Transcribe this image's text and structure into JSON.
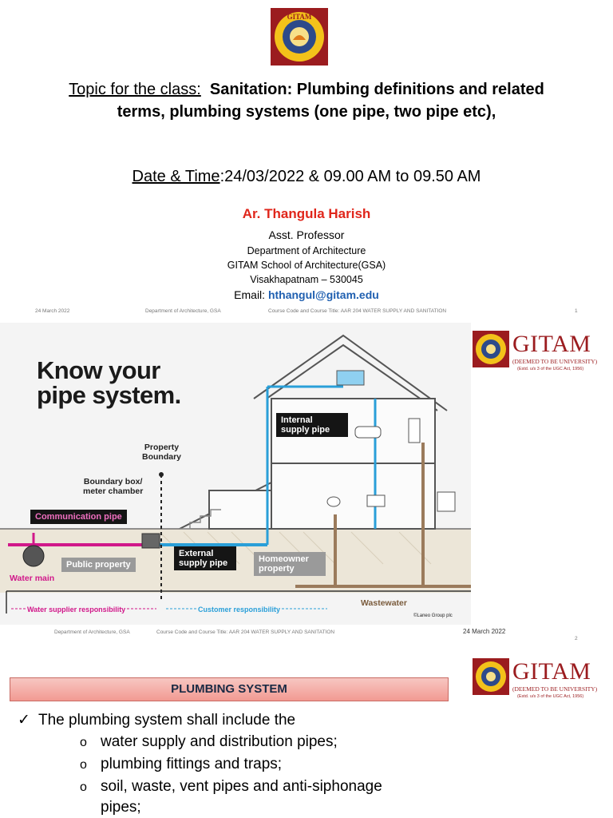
{
  "slide1": {
    "logo_text": "GITAM",
    "topic_prefix": "Topic for the class:",
    "topic_bold_line1": "Sanitation:  Plumbing definitions and related",
    "topic_bold_line2": "terms, plumbing systems (one pipe, two pipe etc),",
    "datetime_prefix": "Date & Time",
    "datetime_value": ":24/03/2022 & 09.00 AM to 09.50 AM",
    "author": "Ar.  Thangula Harish",
    "role": "Asst. Professor",
    "department": "Department of Architecture",
    "school": "GITAM School of Architecture(GSA)",
    "city": "Visakhapatnam – 530045",
    "email_label": "Email:",
    "email": "hthangul@gitam.edu",
    "footer_date": "24 March 2022",
    "footer_dept": "Department of Architecture, GSA",
    "footer_course": "Course Code and Course Title: AAR 204 WATER SUPPLY AND SANITATION",
    "page_number": "1"
  },
  "slide2": {
    "heading_line1": "Know your",
    "heading_line2": "pipe system.",
    "brand": {
      "name": "GITAM",
      "line1": "(DEEMED TO BE UNIVERSITY)",
      "line2": "(Estd. u/s 3 of the UGC Act, 1956)"
    },
    "labels": {
      "property_boundary_1": "Property",
      "property_boundary_2": "Boundary",
      "boundary_box_1": "Boundary box/",
      "boundary_box_2": "meter chamber",
      "communication_pipe": "Communication pipe",
      "water_main": "Water main",
      "public_property": "Public property",
      "external_supply_1": "External",
      "external_supply_2": "supply pipe",
      "homeowner_1": "Homeowner",
      "homeowner_2": "property",
      "internal_supply_1": "Internal",
      "internal_supply_2": "supply pipe",
      "wastewater": "Wastewater",
      "water_supplier_resp": "Water supplier responsibility",
      "customer_resp": "Customer responsibility",
      "credit": "©Laneo Group plc"
    },
    "footer_dept": "Department of Architecture, GSA",
    "footer_course": "Course Code and Course Title: AAR 204 WATER SUPPLY AND SANITATION",
    "footer_date": "24 March 2022",
    "page_number": "2"
  },
  "slide3": {
    "title": "PLUMBING SYSTEM",
    "bullet": "The plumbing system shall include the",
    "items": [
      "water supply and distribution pipes;",
      "plumbing fittings and traps;",
      "soil, waste, vent pipes and anti-siphonage",
      "pipes;"
    ],
    "brand": {
      "name": "GITAM",
      "line1": "(DEEMED TO BE UNIVERSITY)",
      "line2": "(Estd. u/s 3 of the UGC Act, 1956)"
    }
  },
  "colors": {
    "author_red": "#e0261b",
    "email_blue": "#1f5fb0",
    "gitam_maroon": "#9b1c1f",
    "pipe_magenta": "#d1188a",
    "pipe_blue": "#2a9fd8",
    "title_bar": "#f29a92"
  }
}
